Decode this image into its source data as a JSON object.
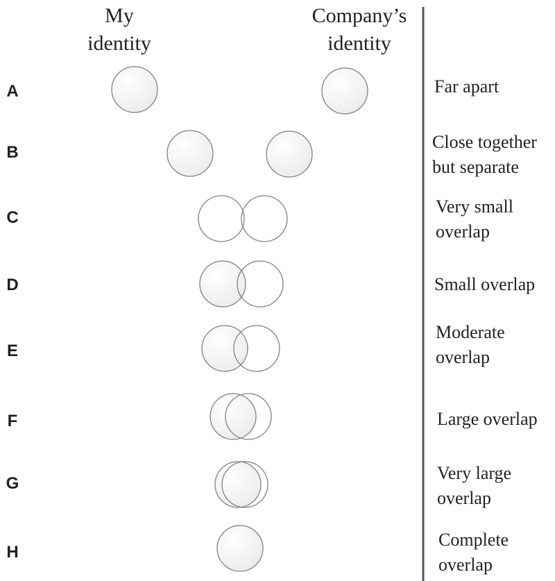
{
  "headers": {
    "my_identity_line1": "My",
    "my_identity_line2": "identity",
    "company_identity_line1": "Company’s",
    "company_identity_line2": "identity"
  },
  "rows": [
    {
      "letter": "A",
      "description_lines": [
        "Far apart"
      ],
      "overlap_level": "far apart"
    },
    {
      "letter": "B",
      "description_lines": [
        "Close together",
        "but separate"
      ],
      "overlap_level": "close together but separate"
    },
    {
      "letter": "C",
      "description_lines": [
        "Very small",
        "overlap"
      ],
      "overlap_level": "very small overlap"
    },
    {
      "letter": "D",
      "description_lines": [
        "Small overlap"
      ],
      "overlap_level": "small overlap"
    },
    {
      "letter": "E",
      "description_lines": [
        "Moderate",
        "overlap"
      ],
      "overlap_level": "moderate overlap"
    },
    {
      "letter": "F",
      "description_lines": [
        "Large overlap"
      ],
      "overlap_level": "large overlap"
    },
    {
      "letter": "G",
      "description_lines": [
        "Very large",
        "overlap"
      ],
      "overlap_level": "very large overlap"
    },
    {
      "letter": "H",
      "description_lines": [
        "Complete",
        "overlap"
      ],
      "overlap_level": "complete overlap"
    }
  ],
  "colors": {
    "text": "#231f20",
    "circle_stroke": "#808080",
    "divider": "#555555"
  }
}
